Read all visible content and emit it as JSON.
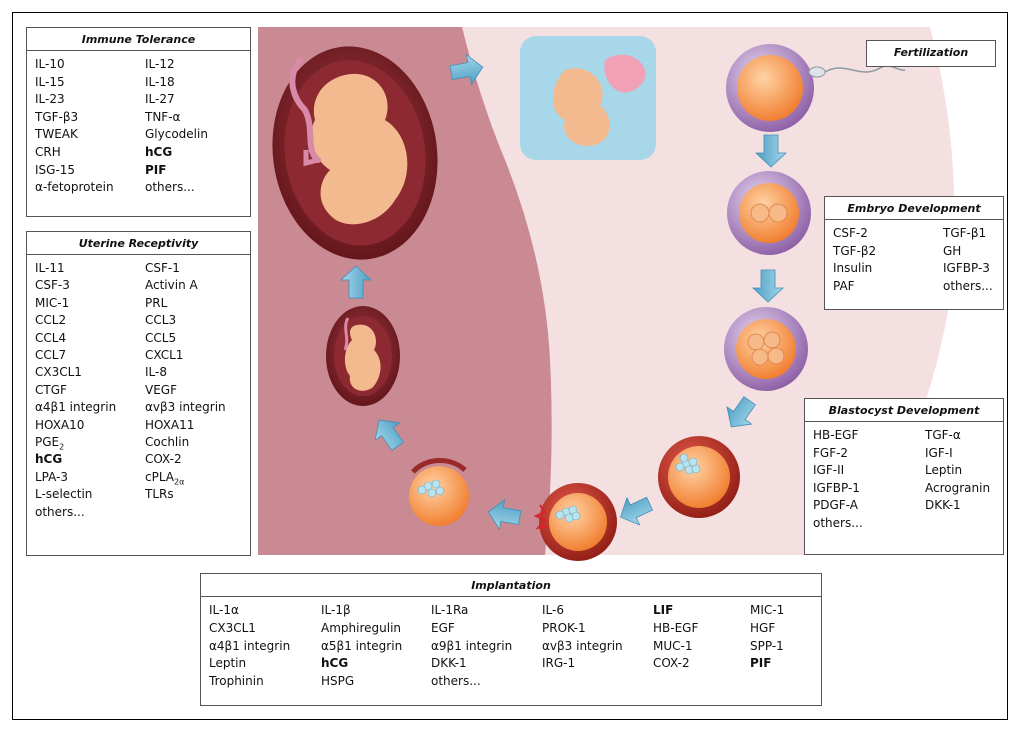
{
  "fertilization": {
    "title": "Fertilization"
  },
  "immune_tolerance": {
    "title": "Immune Tolerance",
    "items": [
      {
        "text": "IL-10"
      },
      {
        "text": "IL-12"
      },
      {
        "text": "IL-15"
      },
      {
        "text": "IL-18"
      },
      {
        "text": "IL-23"
      },
      {
        "text": "IL-27"
      },
      {
        "text": "TGF-β3"
      },
      {
        "text": "TNF-α"
      },
      {
        "text": "TWEAK"
      },
      {
        "text": "Glycodelin"
      },
      {
        "text": "CRH"
      },
      {
        "text": "hCG",
        "bold": true
      },
      {
        "text": "ISG-15"
      },
      {
        "text": "PIF",
        "bold": true
      },
      {
        "text": "α-fetoprotein"
      },
      {
        "text": "others..."
      }
    ]
  },
  "uterine_receptivity": {
    "title": "Uterine Receptivity",
    "items": [
      {
        "text": "IL-11"
      },
      {
        "text": "CSF-1"
      },
      {
        "text": "CSF-3"
      },
      {
        "text": "Activin A"
      },
      {
        "text": "MIC-1"
      },
      {
        "text": "PRL"
      },
      {
        "text": "CCL2"
      },
      {
        "text": "CCL3"
      },
      {
        "text": "CCL4"
      },
      {
        "text": "CCL5"
      },
      {
        "text": "CCL7"
      },
      {
        "text": "CXCL1"
      },
      {
        "text": "CX3CL1"
      },
      {
        "text": "IL-8"
      },
      {
        "text": "CTGF"
      },
      {
        "text": "VEGF"
      },
      {
        "text": "α4β1 integrin"
      },
      {
        "text": "αvβ3 integrin"
      },
      {
        "text": "HOXA10"
      },
      {
        "text": "HOXA11"
      },
      {
        "text": "PGE",
        "sub": "2"
      },
      {
        "text": "Cochlin"
      },
      {
        "text": "hCG",
        "bold": true
      },
      {
        "text": "COX-2"
      },
      {
        "text": "LPA-3"
      },
      {
        "text": "cPLA",
        "sub": "2α"
      },
      {
        "text": "L-selectin"
      },
      {
        "text": "TLRs"
      },
      {
        "text": "others..."
      }
    ]
  },
  "embryo_development": {
    "title": "Embryo Development",
    "items": [
      {
        "text": "CSF-2"
      },
      {
        "text": "TGF-β1"
      },
      {
        "text": "TGF-β2"
      },
      {
        "text": "GH"
      },
      {
        "text": "Insulin"
      },
      {
        "text": "IGFBP-3"
      },
      {
        "text": "PAF"
      },
      {
        "text": "others..."
      }
    ]
  },
  "blastocyst_development": {
    "title": "Blastocyst Development",
    "items": [
      {
        "text": "HB-EGF"
      },
      {
        "text": "TGF-α"
      },
      {
        "text": "FGF-2"
      },
      {
        "text": "IGF-I"
      },
      {
        "text": "IGF-II"
      },
      {
        "text": "Leptin"
      },
      {
        "text": "IGFBP-1"
      },
      {
        "text": "Acrogranin"
      },
      {
        "text": "PDGF-A"
      },
      {
        "text": "DKK-1"
      },
      {
        "text": "others..."
      }
    ]
  },
  "implantation": {
    "title": "Implantation",
    "items": [
      {
        "text": "IL-1α"
      },
      {
        "text": "IL-1β"
      },
      {
        "text": "IL-1Ra"
      },
      {
        "text": "IL-6"
      },
      {
        "text": "LIF",
        "bold": true
      },
      {
        "text": "MIC-1"
      },
      {
        "text": "CX3CL1"
      },
      {
        "text": "Amphiregulin"
      },
      {
        "text": "EGF"
      },
      {
        "text": "PROK-1"
      },
      {
        "text": "HB-EGF"
      },
      {
        "text": "HGF"
      },
      {
        "text": "α4β1 integrin"
      },
      {
        "text": "α5β1 integrin"
      },
      {
        "text": "α9β1 integrin"
      },
      {
        "text": "αvβ3 integrin"
      },
      {
        "text": "MUC-1"
      },
      {
        "text": "SPP-1"
      },
      {
        "text": "Leptin"
      },
      {
        "text": "hCG",
        "bold": true
      },
      {
        "text": "DKK-1"
      },
      {
        "text": "IRG-1"
      },
      {
        "text": "COX-2"
      },
      {
        "text": "PIF",
        "bold": true
      },
      {
        "text": "Trophinin"
      },
      {
        "text": "HSPG"
      },
      {
        "text": "others..."
      }
    ]
  },
  "colors": {
    "uterus_wall": "#c98a93",
    "uterus_background": "#f4dfe1",
    "arrow": "#6fb6d3",
    "embryo_outer": "#8b5aa0",
    "embryo_inner": "#f29a4a",
    "womb": "#7a1f26",
    "fetus": "#f3b98f"
  }
}
